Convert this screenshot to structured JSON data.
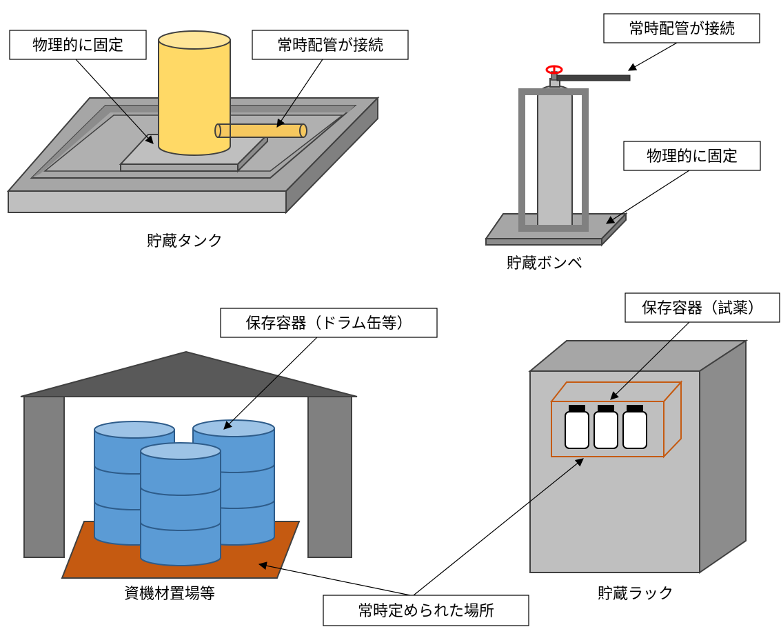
{
  "labels": {
    "fixed_physically": "物理的に固定",
    "always_piped": "常時配管が接続",
    "container_drum": "保存容器（ドラム缶等）",
    "container_reagent": "保存容器（試薬）",
    "designated_place": "常時定められた場所"
  },
  "captions": {
    "storage_tank": "貯蔵タンク",
    "storage_cylinder": "貯蔵ボンベ",
    "materials_yard": "資機材置場等",
    "storage_rack": "貯蔵ラック"
  },
  "colors": {
    "tank": "#ffd966",
    "tank_pipe": "#f6c85f",
    "frame_gray": "#a6a6a6",
    "frame_dark": "#808080",
    "drum": "#5b9bd5",
    "drum_top": "#9dc3e6",
    "pallet": "#c55a11",
    "reagent_box": "#c55a11",
    "valve": "#ff0000"
  }
}
